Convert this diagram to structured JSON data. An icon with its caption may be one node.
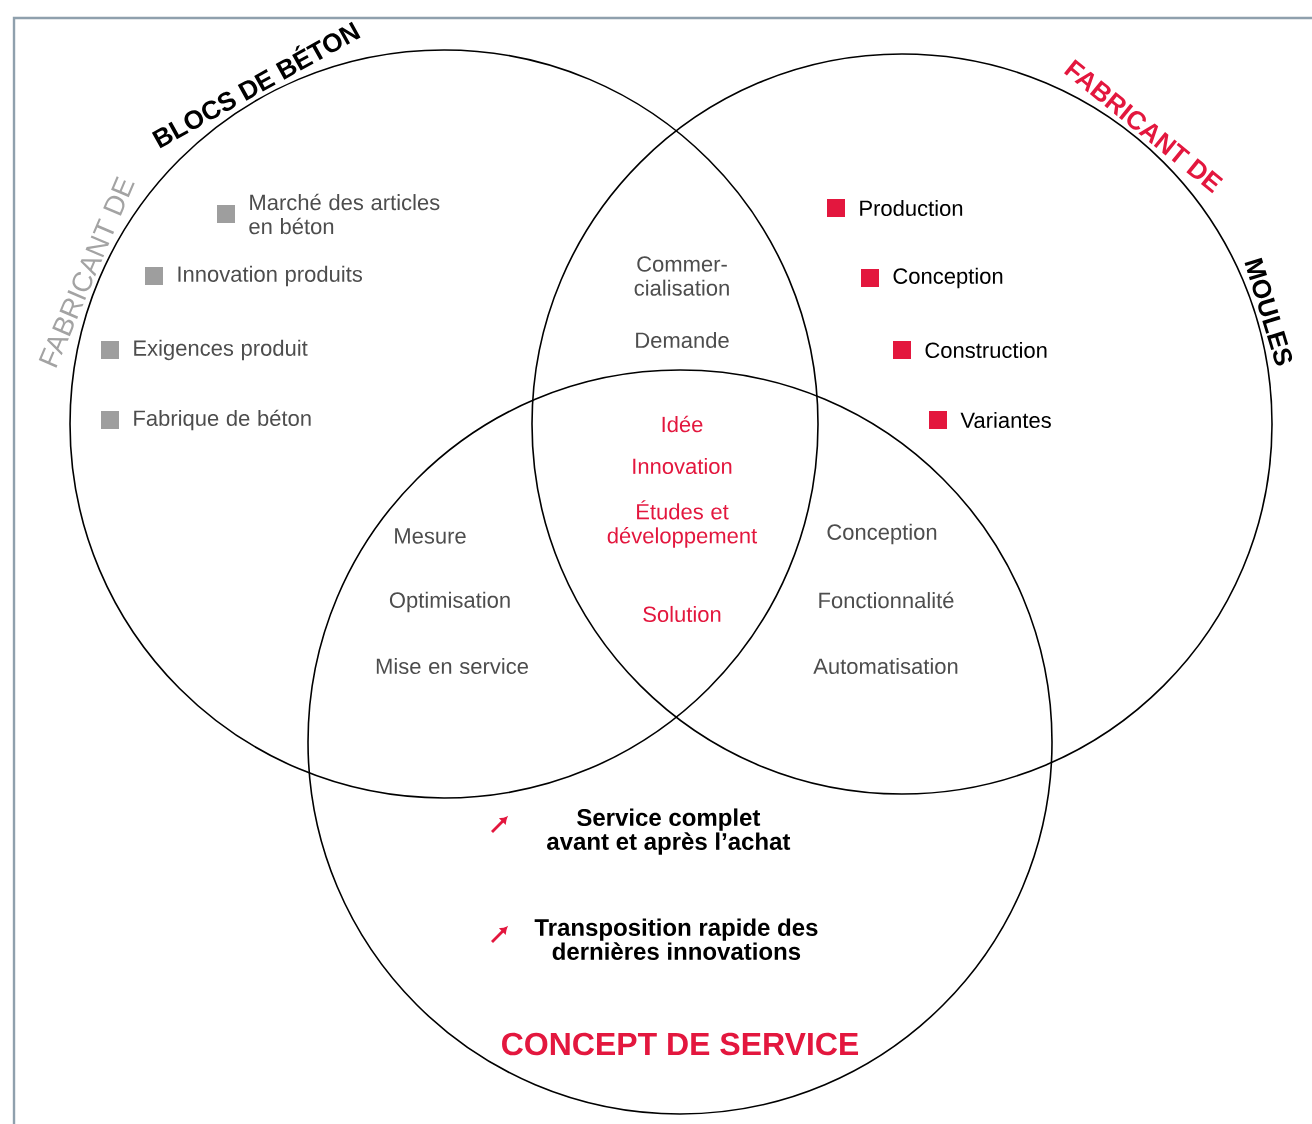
{
  "diagram": {
    "nodes": [
      {
        "text": [
          "FABRICANT DE",
          "BLOCS DE BÉTON",
          "Marché des articles en béton",
          "Innovation produits",
          "Exigences produit",
          "Fabrique de béton"
        ]
      },
      {
        "text": [
          "FABRICANT DE",
          "MOULES",
          "Production",
          "Conception",
          "Construction",
          "Variantes"
        ]
      },
      {
        "text": [
          "Service complet avant et après l’achat",
          "Transposition rapide des dernières innovations",
          "CONCEPT DE SERVICE"
        ]
      }
    ],
    "edges": [],
    "labels": [
      "Commer-cialisation",
      "Demande",
      "Idée",
      "Innovation",
      "Études et développement",
      "Solution",
      "Mesure",
      "Optimisation",
      "Mise en service",
      "Conception",
      "Fonctionnalité",
      "Automatisation"
    ]
  }
}
